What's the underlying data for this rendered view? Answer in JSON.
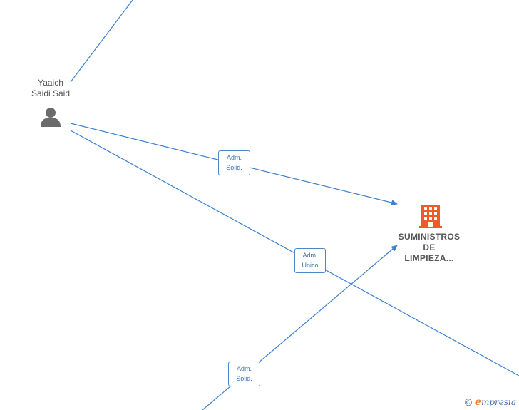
{
  "nodes": {
    "person": {
      "name_line1": "Yaaich",
      "name_line2": "Saidi Said",
      "icon": "person-icon"
    },
    "company": {
      "name_line1": "SUMINISTROS",
      "name_line2": "DE",
      "name_line3": "LIMPIEZA...",
      "icon": "building-icon"
    }
  },
  "edges": [
    {
      "label_line1": "Adm.",
      "label_line2": "Solid."
    },
    {
      "label_line1": "Adm.",
      "label_line2": "Unico"
    },
    {
      "label_line1": "Adm.",
      "label_line2": "Solid."
    }
  ],
  "colors": {
    "edge": "#3b7fd0",
    "company_icon": "#f05a28",
    "person_icon": "#6b6b6b"
  },
  "footer": {
    "copyright_symbol": "©",
    "brand_initial": "e",
    "brand_rest": "mpresia"
  }
}
